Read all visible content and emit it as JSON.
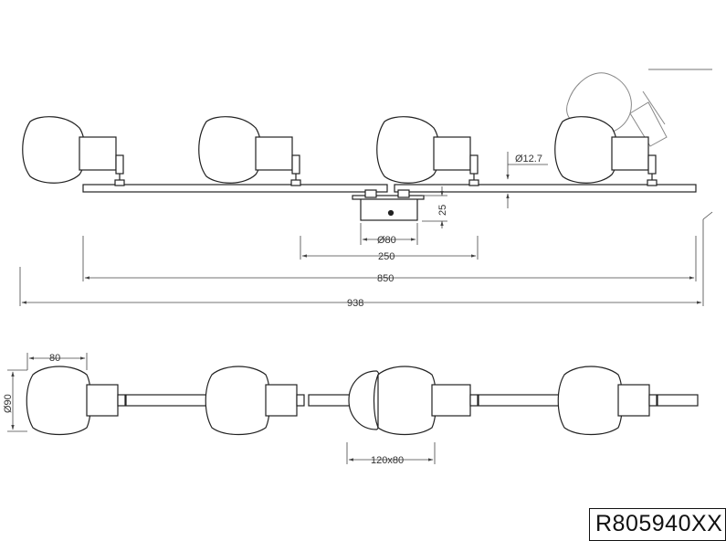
{
  "dimensions": {
    "cable_diameter": "Ø12.7",
    "canopy_height": "25",
    "canopy_diameter": "Ø80",
    "canopy_plate_length": "250",
    "bar_length": "850",
    "total_length": "938",
    "shade_width": "80",
    "shade_diameter": "Ø90",
    "canopy_top_size": "120x80"
  },
  "model_code": "R805940XX"
}
